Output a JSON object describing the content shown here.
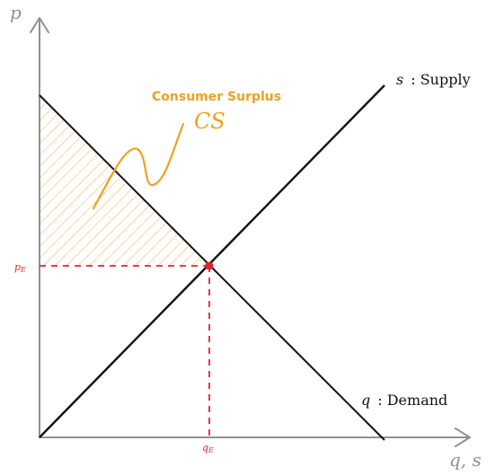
{
  "axes": {
    "y_label": "p",
    "x_label": "q, s"
  },
  "curves": {
    "supply_var": "s",
    "supply_text": ": Supply",
    "demand_var": "q",
    "demand_text": ": Demand"
  },
  "equilibrium": {
    "price_label_base": "p",
    "price_label_sub": "E",
    "quantity_label_base": "q",
    "quantity_label_sub": "E"
  },
  "annotation": {
    "title": "Consumer Surplus",
    "symbol": "CS"
  },
  "colors": {
    "axis": "#8a9199",
    "curve": "#111111",
    "equilibrium": "#e0252b",
    "surplus": "#f0a020"
  }
}
